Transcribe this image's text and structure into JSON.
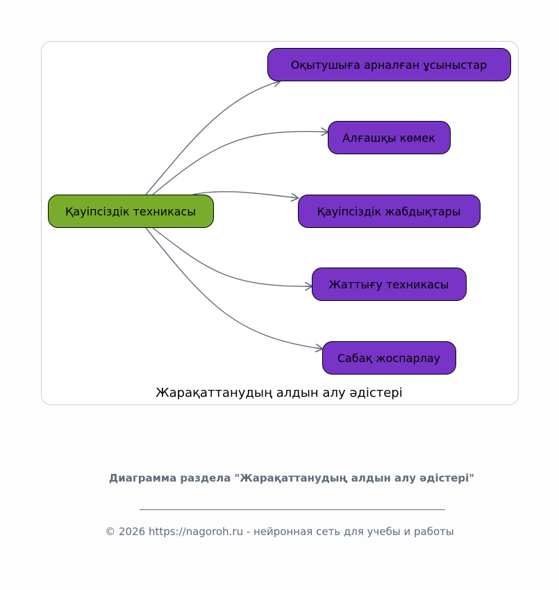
{
  "diagram": {
    "cluster_label": "Жарақаттанудың алдын алу әдістері",
    "root": {
      "label": "Қауіпсіздік техникасы",
      "color": "#78ac2a"
    },
    "children": [
      {
        "label": "Оқытушыға арналған ұсыныстар"
      },
      {
        "label": "Алғашқы көмек"
      },
      {
        "label": "Қауіпсіздік жабдықтары"
      },
      {
        "label": "Жаттығу техникасы"
      },
      {
        "label": "Сабақ жоспарлау"
      }
    ],
    "child_color": "#7734c6",
    "edge_color": "#5c6b7a"
  },
  "footer": {
    "title": "Диаграмма раздела \"Жарақаттанудың алдын алу әдістері\"",
    "copyright": "© 2026 https://nagoroh.ru - нейронная сеть для учебы и работы"
  }
}
